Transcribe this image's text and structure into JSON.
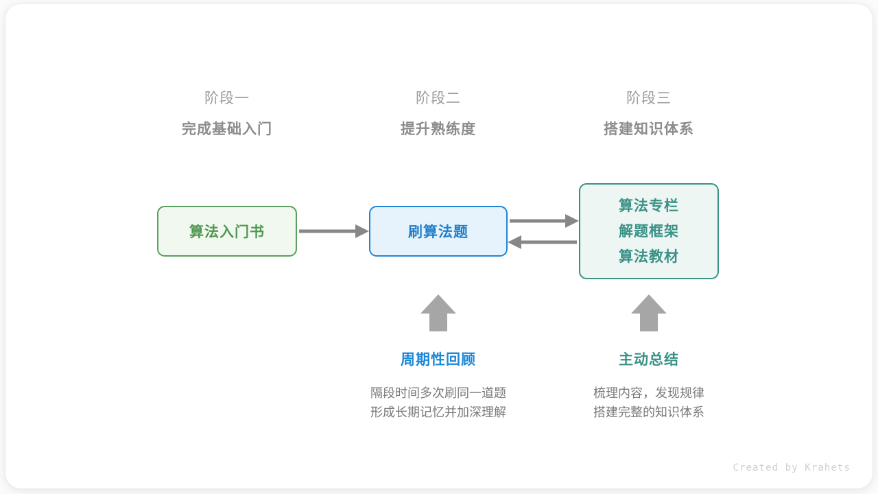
{
  "meta": {
    "credit": "Created by Krahets",
    "background_color": "#fbfbfb",
    "card_color": "#ffffff"
  },
  "stages": [
    {
      "number": "阶段一",
      "title": "完成基础入门"
    },
    {
      "number": "阶段二",
      "title": "提升熟练度"
    },
    {
      "number": "阶段三",
      "title": "搭建知识体系"
    }
  ],
  "nodes": {
    "book": {
      "lines": [
        "算法入门书"
      ],
      "accent": "#50984f",
      "border": "#58a05b",
      "fill": "#f1f8ef"
    },
    "practice": {
      "lines": [
        "刷算法题"
      ],
      "accent": "#2080cd",
      "border": "#1f86d6",
      "fill": "#e7f3fc"
    },
    "knowledge": {
      "lines": [
        "算法专栏",
        "解题框架",
        "算法教材"
      ],
      "accent": "#3a9186",
      "border": "#3b9186",
      "fill": "#edf6f3"
    }
  },
  "arrows": {
    "color": "#878787",
    "items": [
      {
        "name": "book-to-practice",
        "direction": "right"
      },
      {
        "name": "practice-to-knowledge",
        "direction": "right"
      },
      {
        "name": "knowledge-to-practice",
        "direction": "left"
      },
      {
        "name": "review-up",
        "direction": "up"
      },
      {
        "name": "summary-up",
        "direction": "up"
      }
    ]
  },
  "notes": [
    {
      "title": "周期性回顾",
      "color": "#1b87d6",
      "body_lines": [
        "隔段时间多次刷同一道题",
        "形成长期记忆并加深理解"
      ]
    },
    {
      "title": "主动总结",
      "color": "#3a9186",
      "body_lines": [
        "梳理内容，发现规律",
        "搭建完整的知识体系"
      ]
    }
  ]
}
